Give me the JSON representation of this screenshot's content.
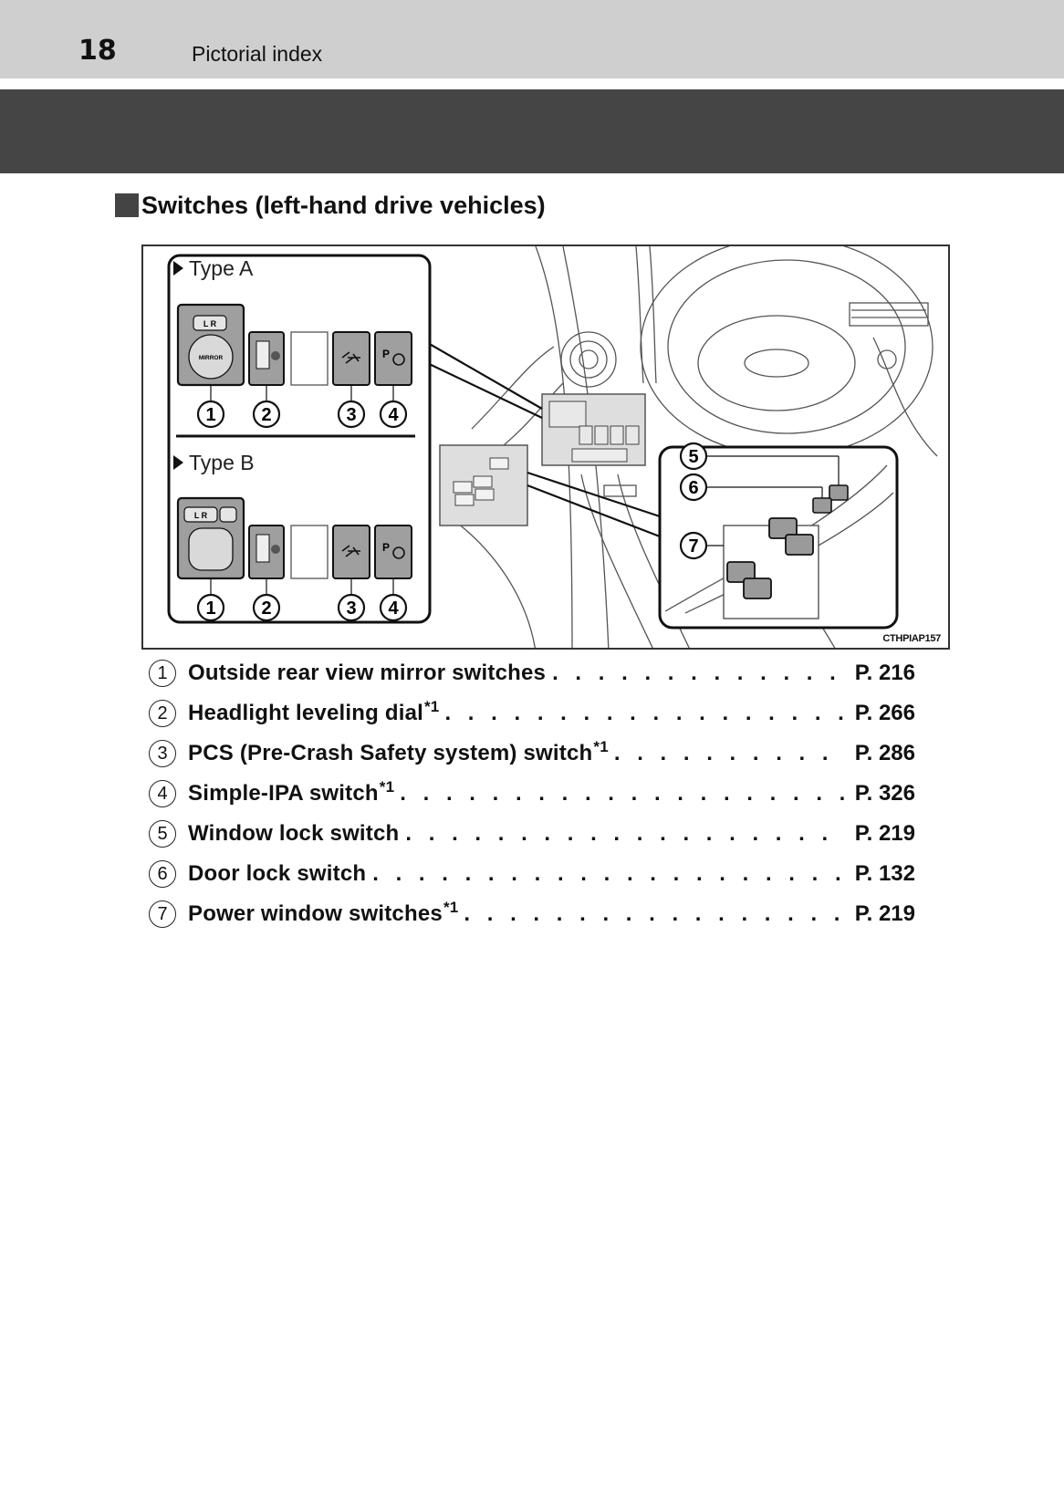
{
  "header": {
    "page_number": "18",
    "section": "Pictorial index"
  },
  "heading": "Switches (left-hand drive vehicles)",
  "figure": {
    "type_a_label": "Type A",
    "type_b_label": "Type B",
    "figure_code": "CTHPIAP157",
    "mirror_lr_label": "L R",
    "mirror_label": "MIRROR",
    "callouts_a": [
      "1",
      "2",
      "3",
      "4"
    ],
    "callouts_b": [
      "1",
      "2",
      "3",
      "4"
    ],
    "callouts_door": [
      "5",
      "6",
      "7"
    ]
  },
  "items": [
    {
      "num": "1",
      "label": "Outside rear view mirror switches",
      "sup": "",
      "page": "P. 216"
    },
    {
      "num": "2",
      "label": "Headlight leveling dial",
      "sup": "*1",
      "page": "P. 266"
    },
    {
      "num": "3",
      "label": "PCS (Pre-Crash Safety system) switch",
      "sup": "*1",
      "page": "P. 286"
    },
    {
      "num": "4",
      "label": "Simple-IPA switch",
      "sup": "*1",
      "page": "P. 326"
    },
    {
      "num": "5",
      "label": "Window lock switch",
      "sup": "",
      "page": "P. 219"
    },
    {
      "num": "6",
      "label": "Door lock switch",
      "sup": "",
      "page": "P. 132"
    },
    {
      "num": "7",
      "label": "Power window switches",
      "sup": "*1",
      "page": "P. 219"
    }
  ]
}
